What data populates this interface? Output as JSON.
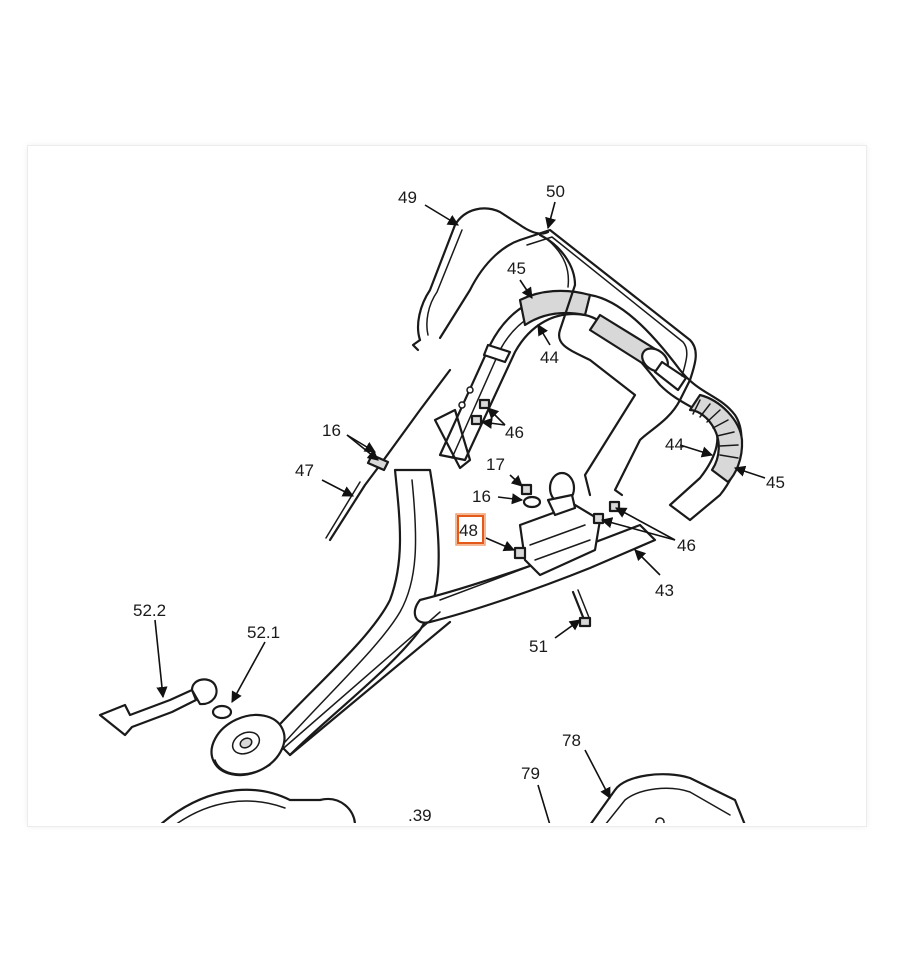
{
  "diagram": {
    "callouts": [
      {
        "id": "49",
        "text": "49"
      },
      {
        "id": "50",
        "text": "50"
      },
      {
        "id": "45a",
        "text": "45"
      },
      {
        "id": "44a",
        "text": "44"
      },
      {
        "id": "46a",
        "text": "46"
      },
      {
        "id": "16a",
        "text": "16"
      },
      {
        "id": "47",
        "text": "47"
      },
      {
        "id": "17",
        "text": "17"
      },
      {
        "id": "16b",
        "text": "16"
      },
      {
        "id": "48",
        "text": "48",
        "highlighted": true
      },
      {
        "id": "44b",
        "text": "44"
      },
      {
        "id": "45b",
        "text": "45"
      },
      {
        "id": "46b",
        "text": "46"
      },
      {
        "id": "43",
        "text": "43"
      },
      {
        "id": "51",
        "text": "51"
      },
      {
        "id": "52_2",
        "text": "52.2"
      },
      {
        "id": "52_1",
        "text": "52.1"
      },
      {
        "id": "78",
        "text": "78"
      },
      {
        "id": "79",
        "text": "79"
      },
      {
        "id": "39",
        "text": ".39"
      }
    ],
    "highlight_color": "#e35a1a"
  }
}
